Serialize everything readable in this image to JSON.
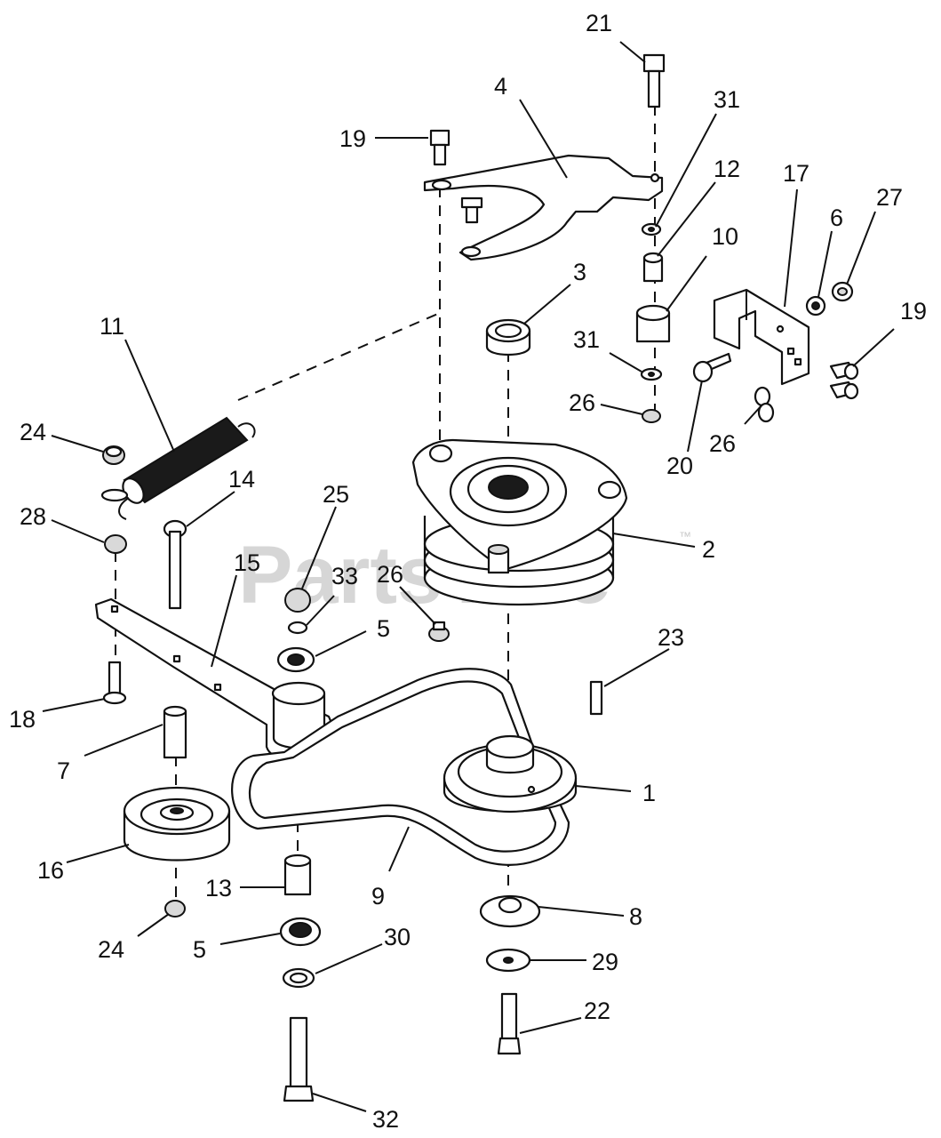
{
  "watermark": {
    "text": "PartsTree",
    "trademark": "™"
  },
  "callouts": [
    {
      "id": "c21a",
      "label": "21"
    },
    {
      "id": "c4",
      "label": "4"
    },
    {
      "id": "c19a",
      "label": "19"
    },
    {
      "id": "c31a",
      "label": "31"
    },
    {
      "id": "c12",
      "label": "12"
    },
    {
      "id": "c17",
      "label": "17"
    },
    {
      "id": "c27",
      "label": "27"
    },
    {
      "id": "c6",
      "label": "6"
    },
    {
      "id": "c10",
      "label": "10"
    },
    {
      "id": "c19b",
      "label": "19"
    },
    {
      "id": "c3",
      "label": "3"
    },
    {
      "id": "c31b",
      "label": "31"
    },
    {
      "id": "c26a",
      "label": "26"
    },
    {
      "id": "c20",
      "label": "20"
    },
    {
      "id": "c26b",
      "label": "26"
    },
    {
      "id": "c11",
      "label": "11"
    },
    {
      "id": "c24a",
      "label": "24"
    },
    {
      "id": "c14",
      "label": "14"
    },
    {
      "id": "c25",
      "label": "25"
    },
    {
      "id": "c28",
      "label": "28"
    },
    {
      "id": "c15",
      "label": "15"
    },
    {
      "id": "c33",
      "label": "33"
    },
    {
      "id": "c26c",
      "label": "26"
    },
    {
      "id": "c2",
      "label": "2"
    },
    {
      "id": "c5a",
      "label": "5"
    },
    {
      "id": "c23",
      "label": "23"
    },
    {
      "id": "c18",
      "label": "18"
    },
    {
      "id": "c7",
      "label": "7"
    },
    {
      "id": "c1",
      "label": "1"
    },
    {
      "id": "c16",
      "label": "16"
    },
    {
      "id": "c13",
      "label": "13"
    },
    {
      "id": "c9",
      "label": "9"
    },
    {
      "id": "c8",
      "label": "8"
    },
    {
      "id": "c24b",
      "label": "24"
    },
    {
      "id": "c5b",
      "label": "5"
    },
    {
      "id": "c30",
      "label": "30"
    },
    {
      "id": "c29",
      "label": "29"
    },
    {
      "id": "c22",
      "label": "22"
    },
    {
      "id": "c32",
      "label": "32"
    }
  ]
}
